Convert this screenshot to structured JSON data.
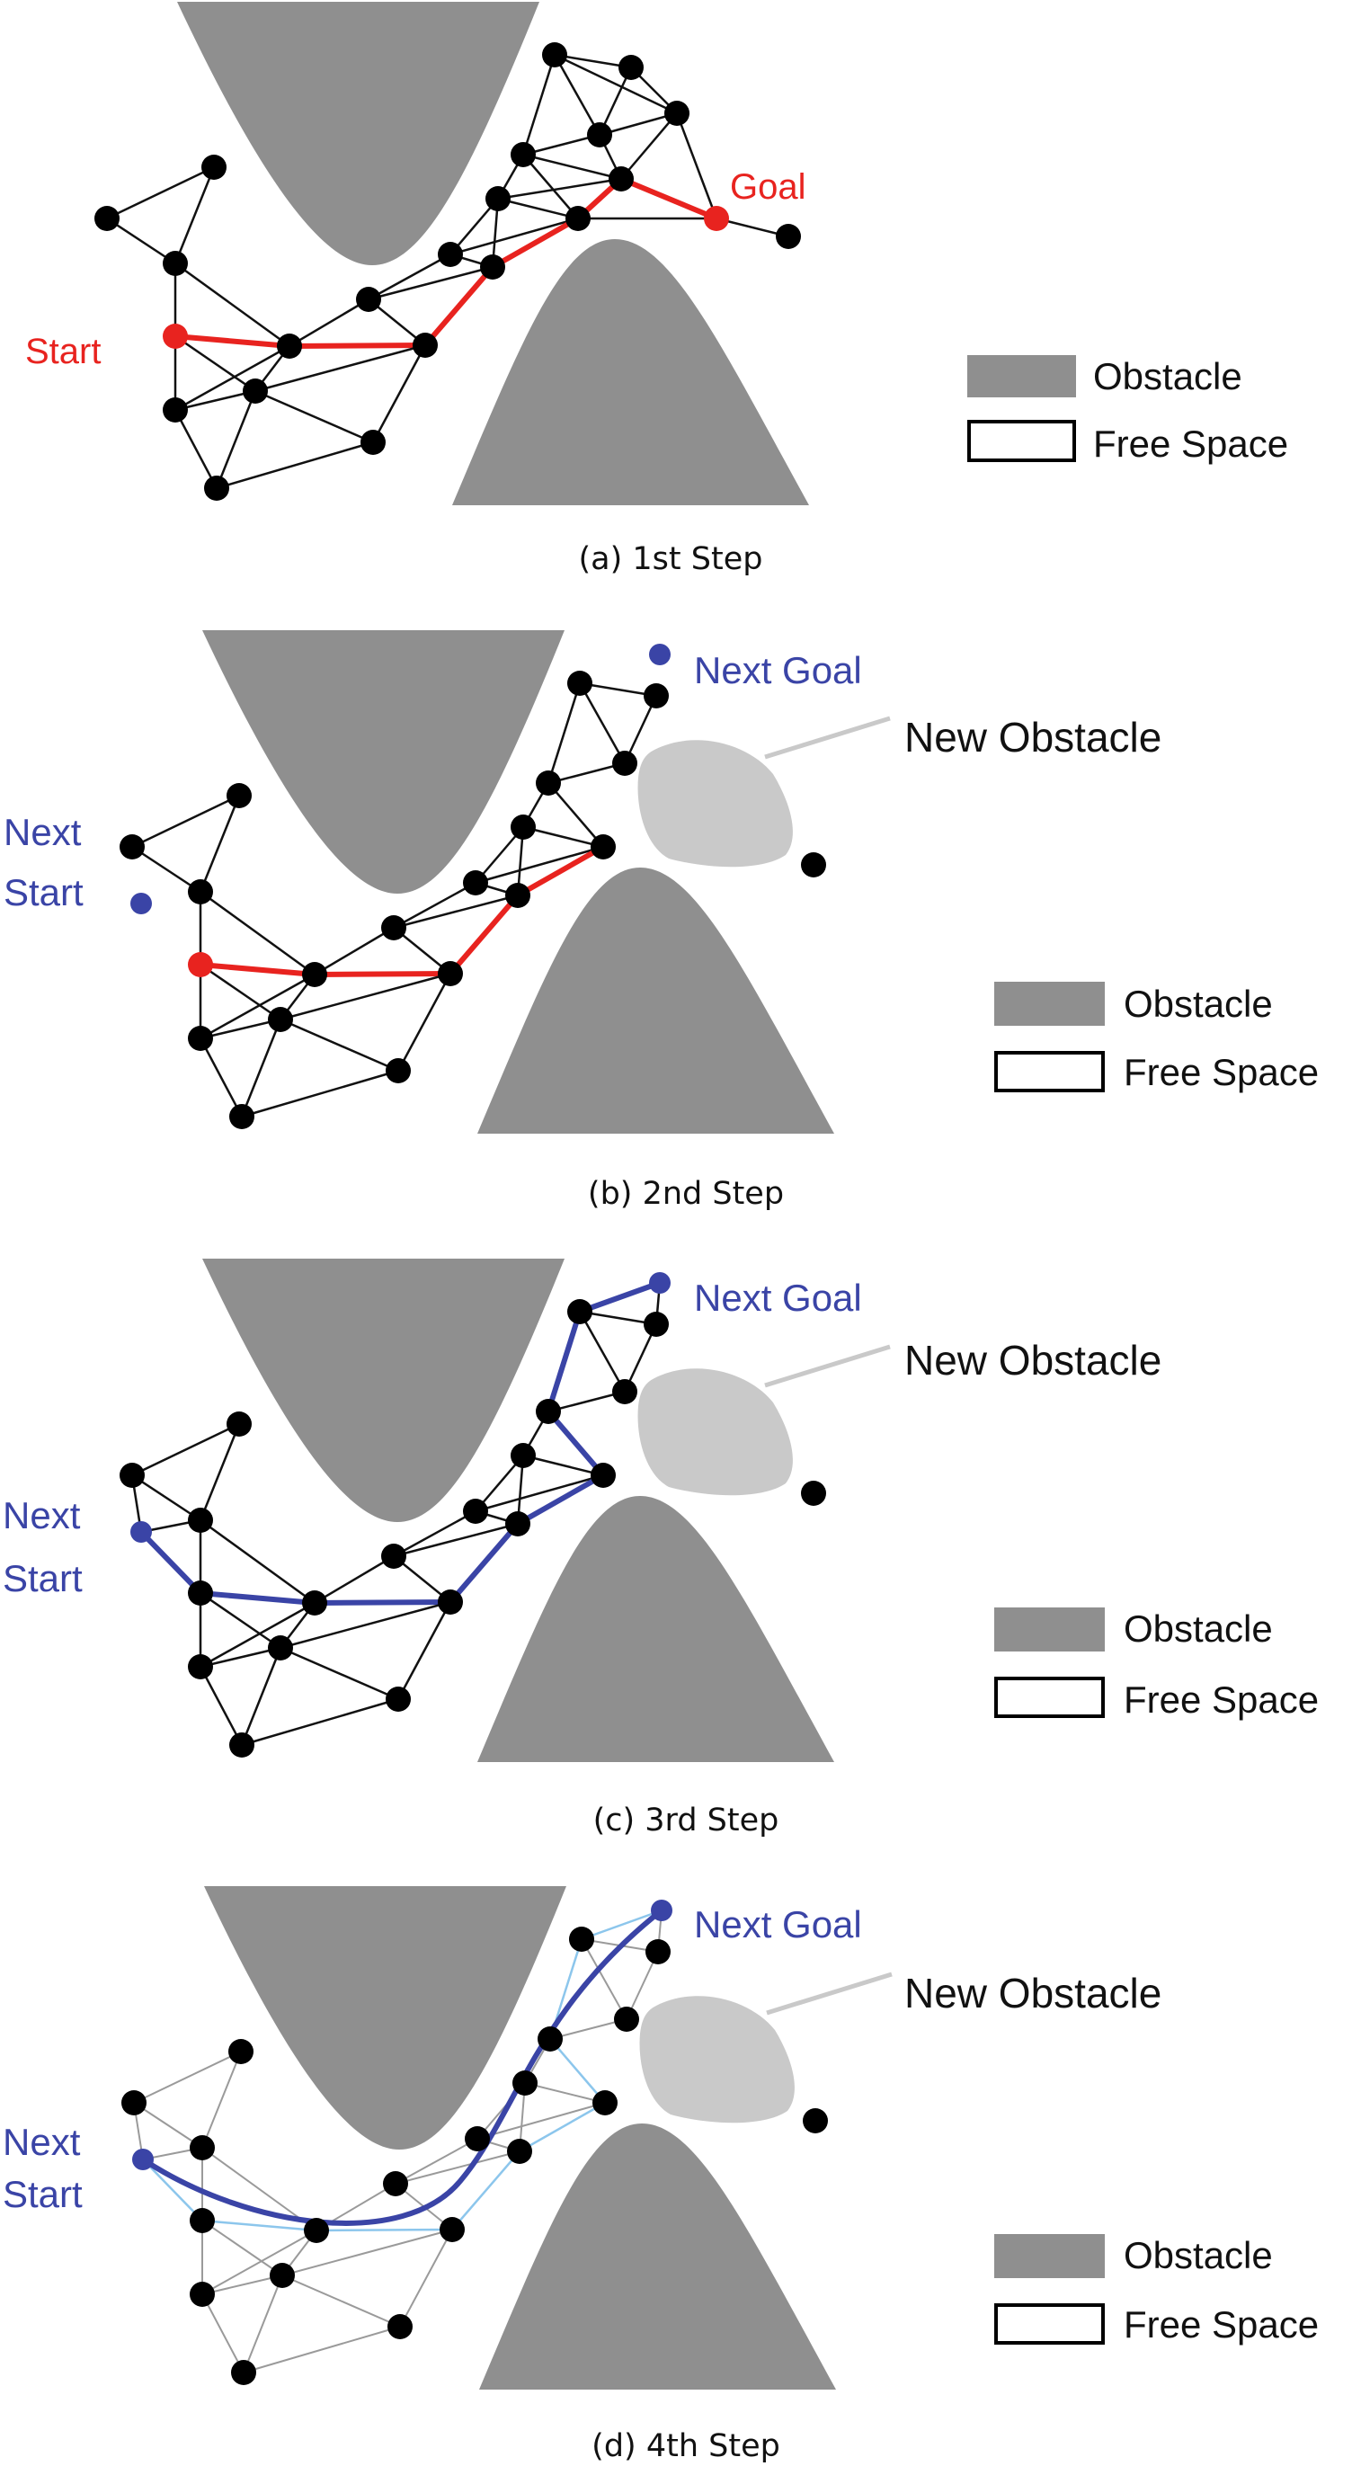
{
  "colors": {
    "obstacle": "#8f8f8f",
    "new_obstacle": "#c9c9c9",
    "node": "#000000",
    "path_red": "#e8231f",
    "path_blue": "#3a44a6",
    "edge_light_blue": "#8cc6ec",
    "edge_gray": "#9a9a9a"
  },
  "panels": [
    {
      "caption": "(a) 1st Step",
      "start_label": "Start",
      "goal_label": "Goal",
      "legend": {
        "obstacle": "Obstacle",
        "free_space": "Free Space"
      }
    },
    {
      "caption": "(b) 2nd Step",
      "start_label_1": "Next",
      "start_label_2": "Start",
      "goal_label": "Next Goal",
      "new_obstacle_label": "New Obstacle",
      "legend": {
        "obstacle": "Obstacle",
        "free_space": "Free Space"
      }
    },
    {
      "caption": "(c) 3rd Step",
      "start_label_1": "Next",
      "start_label_2": "Start",
      "goal_label": "Next Goal",
      "new_obstacle_label": "New Obstacle",
      "legend": {
        "obstacle": "Obstacle",
        "free_space": "Free Space"
      }
    },
    {
      "caption": "(d) 4th Step",
      "start_label_1": "Next",
      "start_label_2": "Start",
      "goal_label": "Next Goal",
      "new_obstacle_label": "New Obstacle",
      "legend": {
        "obstacle": "Obstacle",
        "free_space": "Free Space"
      }
    }
  ]
}
